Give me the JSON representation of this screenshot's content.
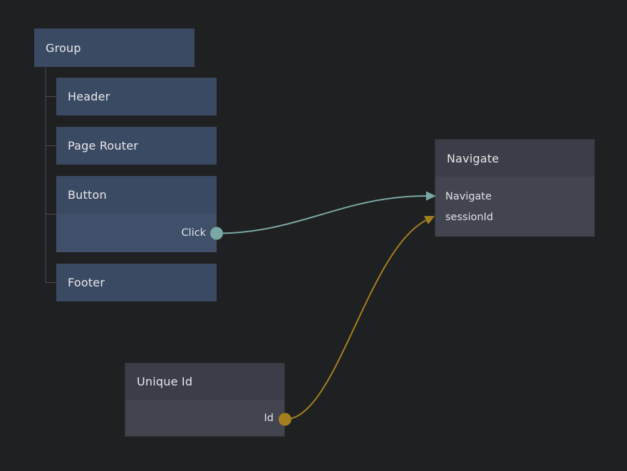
{
  "canvas": {
    "background": "#1f2021"
  },
  "colors": {
    "node_blue_header": "#3b4a63",
    "node_blue_body": "#40506b",
    "node_gray_header": "#3b3e49",
    "node_gray_body": "#424550",
    "tree_line": "#4d4d4d",
    "wire_teal": "#79a8a5",
    "wire_gold": "#a3801f",
    "title_text": "#e8e9ea",
    "port_text": "#dfe1e2"
  },
  "nodes": {
    "group": {
      "title": "Group"
    },
    "header": {
      "title": "Header"
    },
    "page_router": {
      "title": "Page Router"
    },
    "button": {
      "title": "Button",
      "outputs": [
        {
          "label": "Click",
          "color": "#79a8a5"
        }
      ]
    },
    "footer": {
      "title": "Footer"
    },
    "navigate": {
      "title": "Navigate",
      "inputs": [
        {
          "label": "Navigate",
          "color": "#79a8a5"
        },
        {
          "label": "sessionId",
          "color": "#a3801f"
        }
      ]
    },
    "unique_id": {
      "title": "Unique Id",
      "outputs": [
        {
          "label": "Id",
          "color": "#a3801f"
        }
      ]
    }
  },
  "connections": [
    {
      "from": "Button.Click",
      "to": "Navigate.Navigate",
      "color": "#79a8a5"
    },
    {
      "from": "Unique Id.Id",
      "to": "Navigate.sessionId",
      "color": "#a3801f"
    }
  ]
}
